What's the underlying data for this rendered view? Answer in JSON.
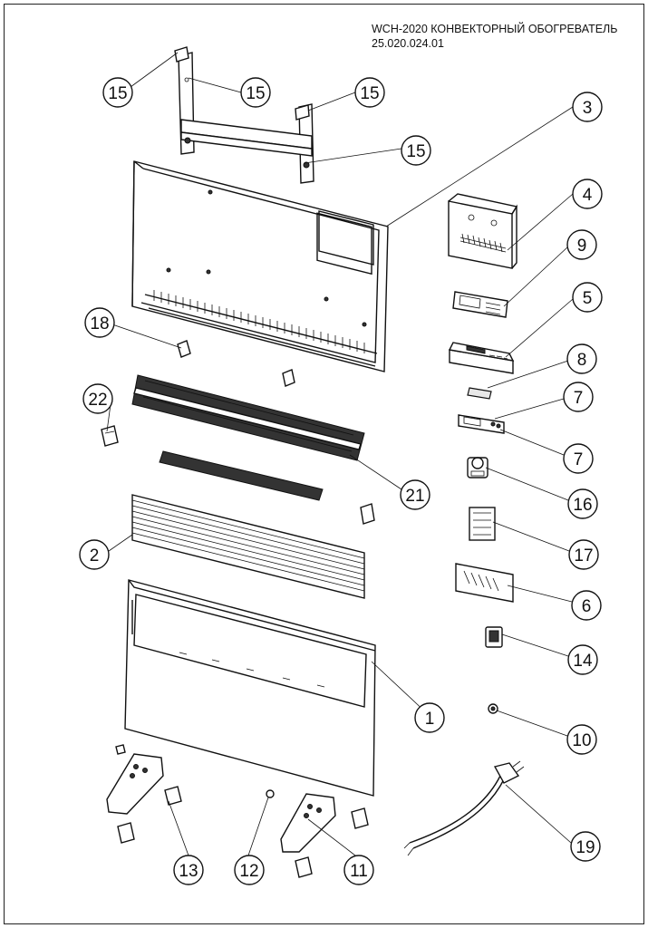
{
  "title": {
    "line1": "WCH-2020 КОНВЕКТОРНЫЙ ОБОГРЕВАТЕЛЬ",
    "line2": "25.020.024.01"
  },
  "callouts": [
    {
      "label": "15"
    },
    {
      "label": "15"
    },
    {
      "label": "15"
    },
    {
      "label": "15"
    },
    {
      "label": "3"
    },
    {
      "label": "4"
    },
    {
      "label": "9"
    },
    {
      "label": "5"
    },
    {
      "label": "8"
    },
    {
      "label": "7"
    },
    {
      "label": "7"
    },
    {
      "label": "16"
    },
    {
      "label": "17"
    },
    {
      "label": "6"
    },
    {
      "label": "14"
    },
    {
      "label": "10"
    },
    {
      "label": "19"
    },
    {
      "label": "18"
    },
    {
      "label": "22"
    },
    {
      "label": "21"
    },
    {
      "label": "2"
    },
    {
      "label": "1"
    },
    {
      "label": "13"
    },
    {
      "label": "12"
    },
    {
      "label": "11"
    }
  ]
}
